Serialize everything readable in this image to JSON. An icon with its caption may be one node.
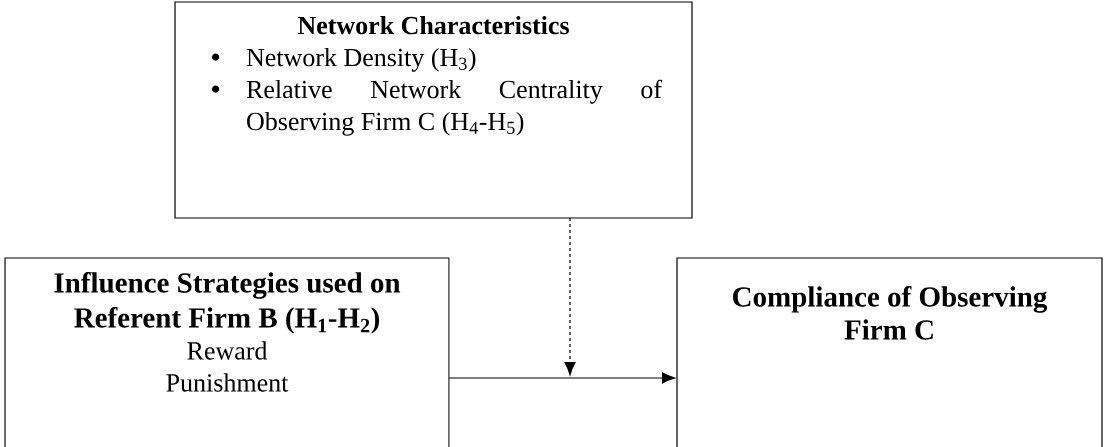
{
  "diagram": {
    "nodes": [
      {
        "text": [
          "Network Characteristics",
          "Network Density (H$_{3}$)",
          "Relative Network Centrality of Observing Firm C (H$_{4}$-H$_{5}$)"
        ]
      },
      {
        "text": [
          "Influence Strategies used on Referent Firm B (H$_{1}$-H$_{2}$)",
          "Reward",
          "Punishment"
        ]
      },
      {
        "text": [
          "Compliance of Observing Firm C"
        ]
      }
    ],
    "edges": [
      {
        "from": 1,
        "to": 2,
        "arrow": "to"
      },
      {
        "from": 0,
        "to": null,
        "arrow": "to",
        "style": "dashed"
      }
    ]
  }
}
